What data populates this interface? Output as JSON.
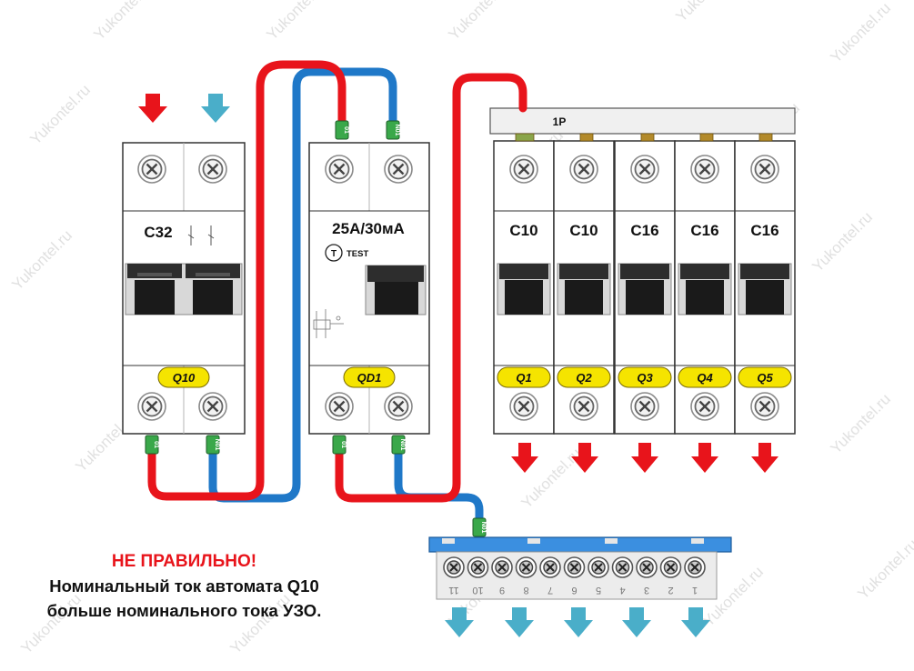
{
  "watermark": "Yukontel.ru",
  "main_breaker": {
    "rating": "C32",
    "tag": "Q10",
    "terminal_labels": [
      "01",
      "N01"
    ]
  },
  "rcd": {
    "rating": "25A/30мА",
    "test_button": "T",
    "test_label": "TEST",
    "tag": "QD1",
    "terminal_labels": [
      "01",
      "N01"
    ]
  },
  "busbar": {
    "label": "1P"
  },
  "branch_breakers": [
    {
      "rating": "C10",
      "tag": "Q1"
    },
    {
      "rating": "C10",
      "tag": "Q2"
    },
    {
      "rating": "C16",
      "tag": "Q3"
    },
    {
      "rating": "C16",
      "tag": "Q4"
    },
    {
      "rating": "C16",
      "tag": "Q5"
    }
  ],
  "neutral_bar": {
    "wire_tag": "N01",
    "terminal_numbers": [
      "11",
      "10",
      "9",
      "8",
      "7",
      "6",
      "5",
      "4",
      "3",
      "2",
      "1"
    ]
  },
  "colors": {
    "phase": "#e8141b",
    "neutral": "#1f78c8",
    "arrow_neutral": "#4aaec9",
    "tag_fill": "#f5e400",
    "busbar_blue": "#3b8fe0"
  },
  "caption": {
    "warning": "НЕ ПРАВИЛЬНО!",
    "line1": "Номинальный ток автомата Q10",
    "line2": "больше номинального тока УЗО."
  }
}
